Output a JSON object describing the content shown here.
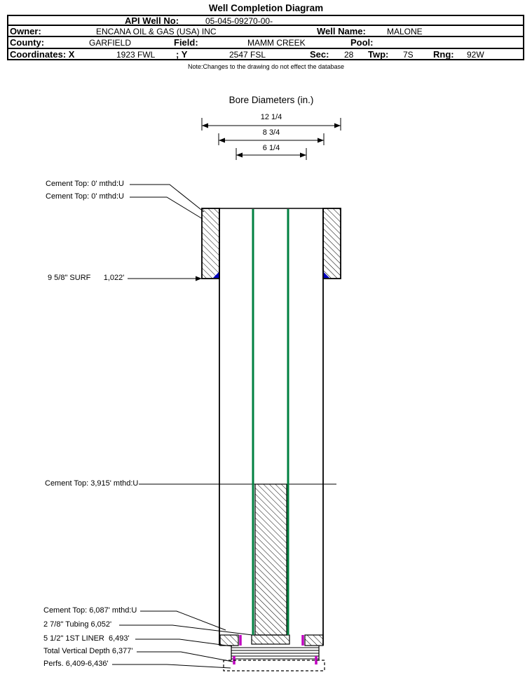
{
  "title": "Well Completion Diagram",
  "header": {
    "api_label": "API Well No:",
    "api_value": "05-045-09270-00-",
    "owner_label": "Owner:",
    "owner_value": "ENCANA OIL & GAS (USA) INC",
    "well_name_label": "Well Name:",
    "well_name_value": "MALONE",
    "county_label": "County:",
    "county_value": "GARFIELD",
    "field_label": "Field:",
    "field_value": "MAMM CREEK",
    "pool_label": "Pool:",
    "coordinates_label": "Coordinates: X",
    "coord_x_value": "1923 FWL",
    "coord_y_label": "; Y",
    "coord_y_value": "2547 FSL",
    "sec_label": "Sec:",
    "sec_value": "28",
    "twp_label": "Twp:",
    "twp_value": "7S",
    "rng_label": "Rng:",
    "rng_value": "92W"
  },
  "note": "Note:Changes to the drawing do not effect the database",
  "bore_diameters": {
    "title": "Bore Diameters (in.)",
    "dims": [
      "12 1/4",
      "8 3/4",
      "6 1/4"
    ]
  },
  "labels": {
    "cement_top_1": "Cement Top: 0' mthd:U",
    "cement_top_2": "Cement Top: 0' mthd:U",
    "surf_casing": "9 5/8\" SURF      1,022'",
    "cement_top_3": "Cement Top: 3,915' mthd:U",
    "cement_top_4": "Cement Top: 6,087' mthd:U",
    "tubing": "2 7/8\" Tubing 6,052'",
    "liner": "5 1/2\" 1ST LINER  6,493'",
    "tvd": "Total Vertical Depth 6,377'",
    "perfs": "Perfs. 6,409-6,436'"
  },
  "colors": {
    "tubing_green": "#008040",
    "shoe_blue": "#0000C0",
    "marker_magenta": "#C000C0",
    "line_black": "#000000"
  }
}
